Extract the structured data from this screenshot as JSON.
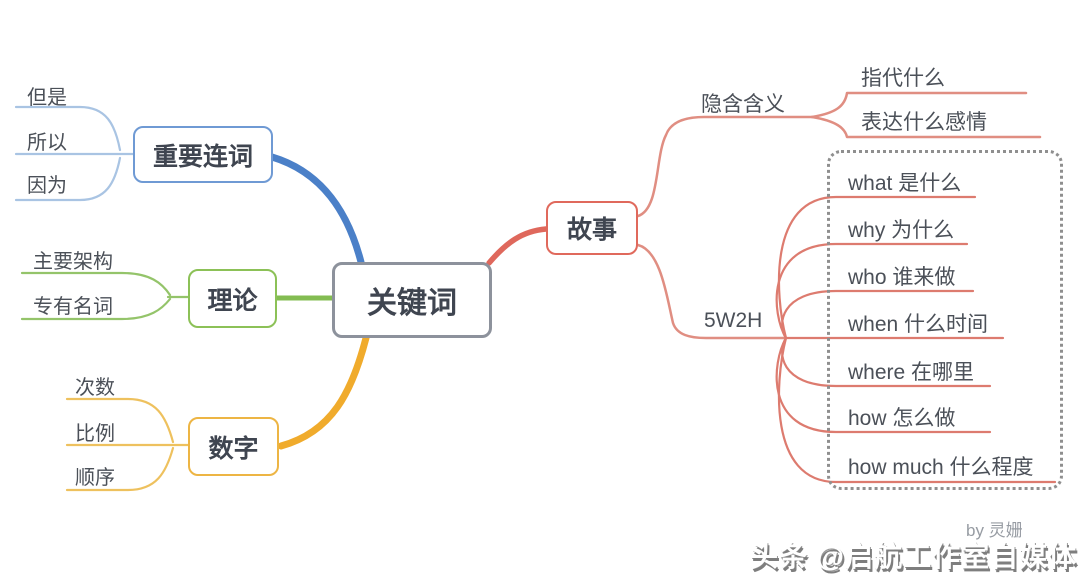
{
  "center": {
    "label": "关键词"
  },
  "branches": [
    {
      "label": "重要连词",
      "color": "#4b80c8",
      "children": [
        "但是",
        "所以",
        "因为"
      ]
    },
    {
      "label": "理论",
      "color": "#83bc52",
      "children": [
        "主要架构",
        "专有名词"
      ]
    },
    {
      "label": "数字",
      "color": "#f0ad30",
      "children": [
        "次数",
        "比例",
        "顺序"
      ]
    },
    {
      "label": "故事",
      "color": "#e0695c"
    }
  ],
  "story": {
    "implied": {
      "label": "隐含含义",
      "children": [
        "指代什么",
        "表达什么感情"
      ]
    },
    "w5h2": {
      "label": "5W2H",
      "children": [
        "what 是什么",
        "why 为什么",
        "who 谁来做",
        "when 什么时间",
        "where 在哪里",
        "how 怎么做",
        "how much 什么程度"
      ]
    }
  },
  "colors": {
    "center_border": "#8d929c",
    "blue_branch": "#4b80c8",
    "green_branch": "#83bc52",
    "yellow_branch": "#f0ad30",
    "red_branch": "#e0695c",
    "blue_lines": "#a9c4e3",
    "green_lines": "#94c46a",
    "yellow_lines": "#eec15e",
    "salmon_lines": "#e08e82"
  },
  "footer": {
    "credit": "by 灵姗",
    "watermark": "头条 @启航工作室自媒体"
  }
}
